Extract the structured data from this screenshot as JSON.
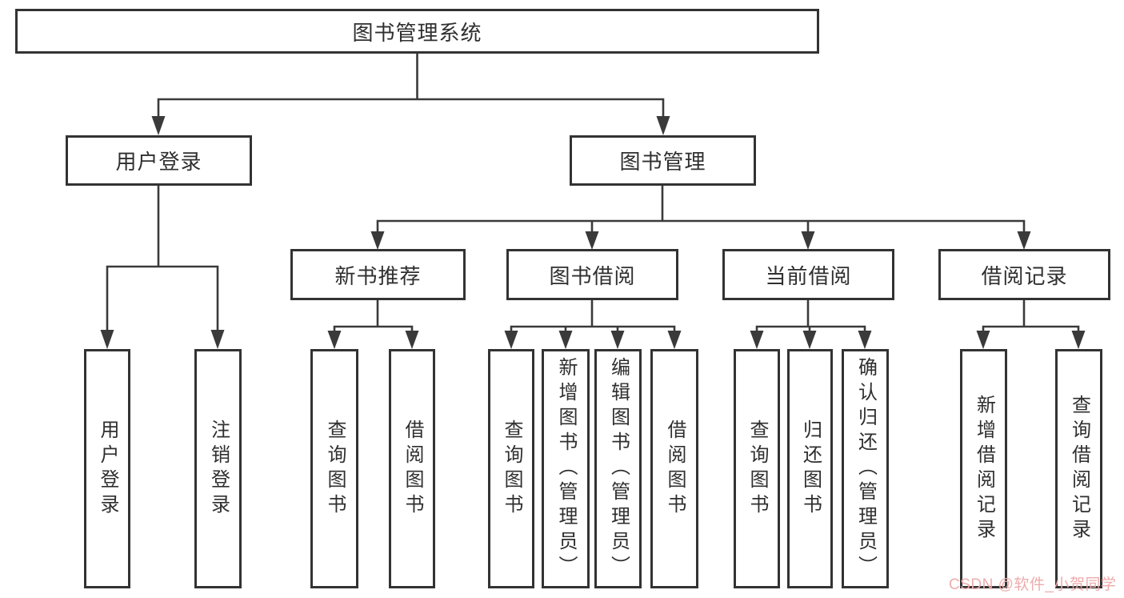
{
  "diagram": {
    "root": {
      "label": "图书管理系统"
    },
    "branches": [
      {
        "label": "用户登录",
        "children": [
          {
            "label": "用户登录"
          },
          {
            "label": "注销登录"
          }
        ]
      },
      {
        "label": "图书管理",
        "children": [
          {
            "label": "新书推荐",
            "children": [
              {
                "label": "查询图书"
              },
              {
                "label": "借阅图书"
              }
            ]
          },
          {
            "label": "图书借阅",
            "children": [
              {
                "label": "查询图书"
              },
              {
                "label": "新增图书（管理员）"
              },
              {
                "label": "编辑图书（管理员）"
              },
              {
                "label": "借阅图书"
              }
            ]
          },
          {
            "label": "当前借阅",
            "children": [
              {
                "label": "查询图书"
              },
              {
                "label": "归还图书"
              },
              {
                "label": "确认归还（管理员）"
              }
            ]
          },
          {
            "label": "借阅记录",
            "children": [
              {
                "label": "新增借阅记录"
              },
              {
                "label": "查询借阅记录"
              }
            ]
          }
        ]
      }
    ]
  },
  "watermark": {
    "text": "CSDN @软件_小贺同学",
    "color": "#eeacac"
  },
  "colors": {
    "line": "#3a3a3a",
    "box_border": "#333333",
    "text": "#2f2f2f",
    "background": "#ffffff"
  }
}
